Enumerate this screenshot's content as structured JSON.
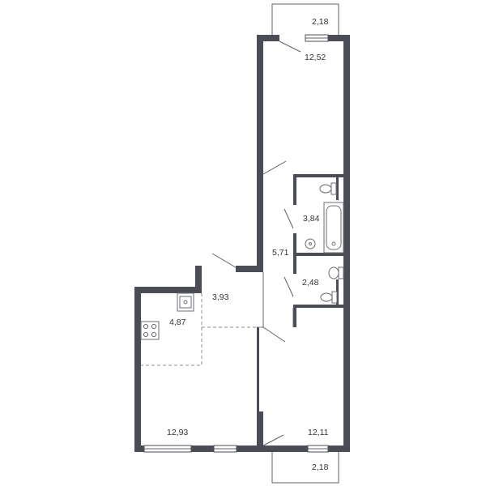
{
  "plan": {
    "rooms": [
      {
        "id": "balcony-top",
        "area": "2,18"
      },
      {
        "id": "bedroom-top",
        "area": "12,52"
      },
      {
        "id": "bathroom",
        "area": "3,84"
      },
      {
        "id": "corridor",
        "area": "5,71"
      },
      {
        "id": "toilet",
        "area": "2,48"
      },
      {
        "id": "hall",
        "area": "3,93"
      },
      {
        "id": "kitchen",
        "area": "4,87"
      },
      {
        "id": "living-room",
        "area": "12,93"
      },
      {
        "id": "bedroom-bottom",
        "area": "12,11"
      },
      {
        "id": "balcony-bottom",
        "area": "2,18"
      }
    ]
  }
}
